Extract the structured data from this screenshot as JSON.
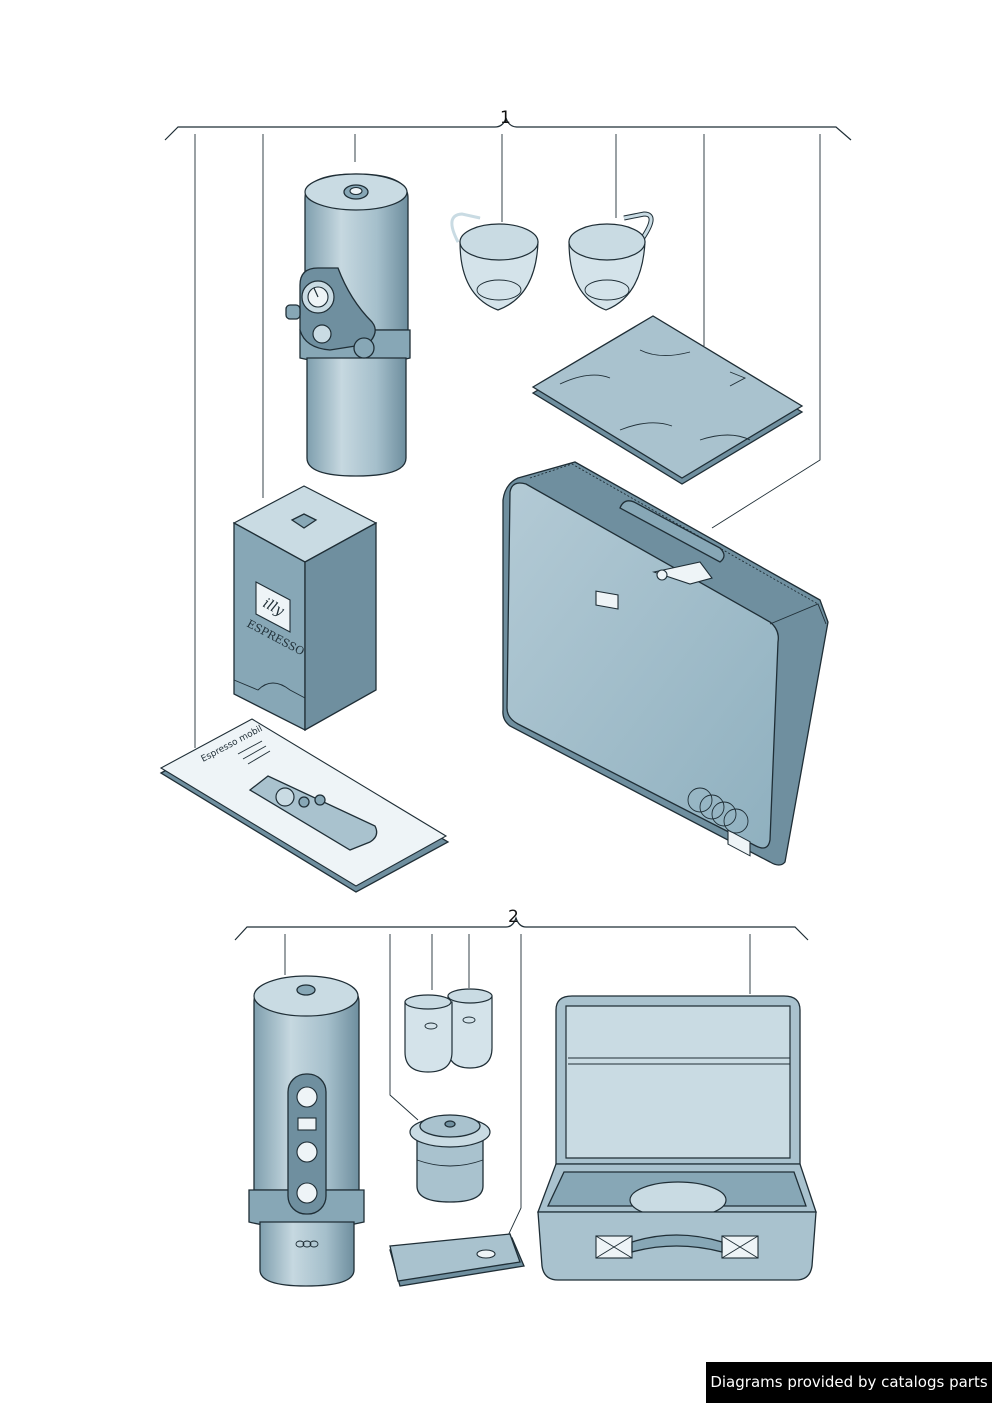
{
  "callouts": {
    "group1": "1",
    "group2": "2"
  },
  "box": {
    "brand": "illy",
    "label": "ESPRESSO"
  },
  "manual": {
    "title": "Espresso mobil"
  },
  "watermark": {
    "text": "Diagrams provided by catalogs parts"
  },
  "colors": {
    "part_fill": "#a9c2ce",
    "part_shadow": "#6f8f9f",
    "outline": "#1f2e36",
    "watermark_bg": "#000000"
  }
}
